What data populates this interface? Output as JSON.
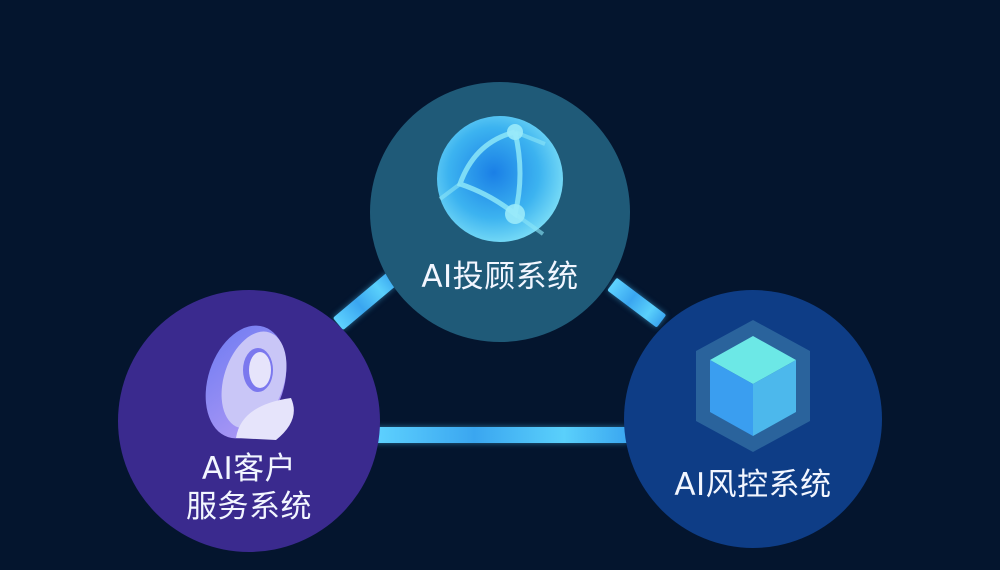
{
  "diagram": {
    "background": "#04152e",
    "nodes": [
      {
        "id": "advisor",
        "label": "AI投顾系统",
        "icon": "globe-network-icon",
        "color": "#1f5a78"
      },
      {
        "id": "customer",
        "label_line1": "AI客户",
        "label_line2": "服务系统",
        "icon": "user-avatar-icon",
        "color": "#3a2a8e"
      },
      {
        "id": "risk",
        "label": "AI风控系统",
        "icon": "cube-icon",
        "color": "#0e3d86"
      }
    ],
    "connectors": [
      {
        "from": "customer",
        "to": "advisor"
      },
      {
        "from": "advisor",
        "to": "risk"
      },
      {
        "from": "customer",
        "to": "risk"
      }
    ],
    "connector_color": "#4cc3f8"
  }
}
